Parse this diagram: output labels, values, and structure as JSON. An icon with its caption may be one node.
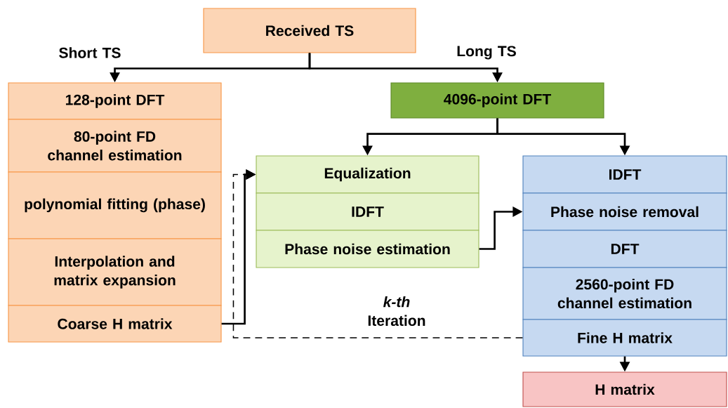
{
  "diagram": {
    "nodes": [
      {
        "text": [
          "Received TS"
        ]
      },
      {
        "text": [
          "128-point DFT"
        ]
      },
      {
        "text": [
          "80-point FD channel estimation"
        ]
      },
      {
        "text": [
          "polynomial fitting (phase)"
        ]
      },
      {
        "text": [
          "Interpolation and matrix expansion"
        ]
      },
      {
        "text": [
          "Coarse H matrix"
        ]
      },
      {
        "text": [
          "4096-point DFT"
        ]
      },
      {
        "text": [
          "Equalization"
        ]
      },
      {
        "text": [
          "IDFT"
        ]
      },
      {
        "text": [
          "Phase noise estimation"
        ]
      },
      {
        "text": [
          "IDFT"
        ]
      },
      {
        "text": [
          "Phase noise removal"
        ]
      },
      {
        "text": [
          "DFT"
        ]
      },
      {
        "text": [
          "2560-point FD channel estimation"
        ]
      },
      {
        "text": [
          "Fine H matrix"
        ]
      },
      {
        "text": [
          "H matrix"
        ]
      }
    ],
    "edges": [
      {
        "from": 0,
        "to": 1,
        "arrow": "to",
        "label": "Short TS"
      },
      {
        "from": 0,
        "to": 6,
        "arrow": "to",
        "label": "Long TS"
      },
      {
        "from": 6,
        "to": 7,
        "arrow": "to"
      },
      {
        "from": 6,
        "to": 10,
        "arrow": "to"
      },
      {
        "from": 5,
        "to": 7,
        "arrow": "to"
      },
      {
        "from": 9,
        "to": 11,
        "arrow": "to"
      },
      {
        "from": 14,
        "to": 7,
        "arrow": "to",
        "style": "dashed",
        "label": "*k-th* Iteration"
      },
      {
        "from": 14,
        "to": 15,
        "arrow": "to"
      }
    ]
  }
}
